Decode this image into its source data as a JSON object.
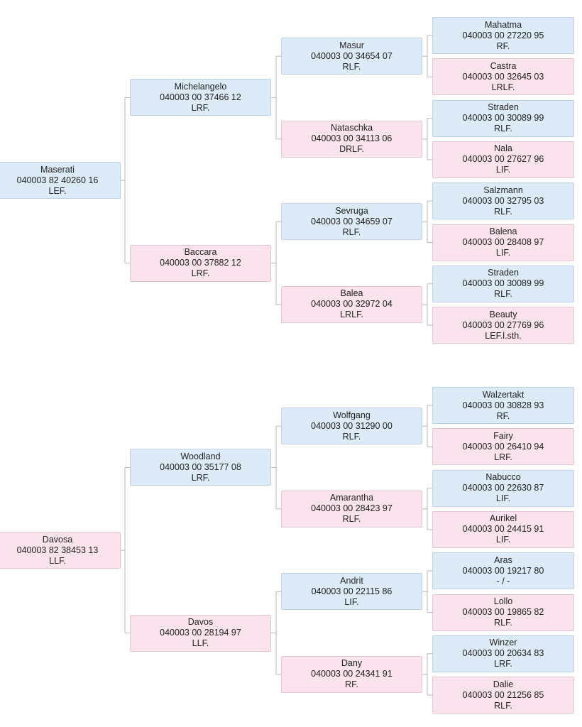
{
  "colors": {
    "male": "#dcebf7",
    "female": "#fbe3ee",
    "line": "#b8b8b8"
  },
  "pedigrees": [
    {
      "name": "Maserati",
      "number": "040003 82 40260 16",
      "code": "LEF.",
      "sex": "male",
      "sire": {
        "name": "Michelangelo",
        "number": "040003 00 37466 12",
        "code": "LRF.",
        "sex": "male",
        "sire": {
          "name": "Masur",
          "number": "040003 00 34654 07",
          "code": "RLF.",
          "sex": "male",
          "sire": {
            "name": "Mahatma",
            "number": "040003 00 27220 95",
            "code": "RF.",
            "sex": "male"
          },
          "dam": {
            "name": "Castra",
            "number": "040003 00 32645 03",
            "code": "LRLF.",
            "sex": "female"
          }
        },
        "dam": {
          "name": "Nataschka",
          "number": "040003 00 34113 06",
          "code": "DRLF.",
          "sex": "female",
          "sire": {
            "name": "Straden",
            "number": "040003 00 30089 99",
            "code": "RLF.",
            "sex": "male"
          },
          "dam": {
            "name": "Nala",
            "number": "040003 00 27627 96",
            "code": "LIF.",
            "sex": "female"
          }
        }
      },
      "dam": {
        "name": "Baccara",
        "number": "040003 00 37882 12",
        "code": "LRF.",
        "sex": "female",
        "sire": {
          "name": "Sevruga",
          "number": "040003 00 34659 07",
          "code": "RLF.",
          "sex": "male",
          "sire": {
            "name": "Salzmann",
            "number": "040003 00 32795 03",
            "code": "RLF.",
            "sex": "male"
          },
          "dam": {
            "name": "Balena",
            "number": "040003 00 28408 97",
            "code": "LIF.",
            "sex": "female"
          }
        },
        "dam": {
          "name": "Balea",
          "number": "040003 00 32972 04",
          "code": "LRLF.",
          "sex": "female",
          "sire": {
            "name": "Straden",
            "number": "040003 00 30089 99",
            "code": "RLF.",
            "sex": "male"
          },
          "dam": {
            "name": "Beauty",
            "number": "040003 00 27769 96",
            "code": "LEF.l.sth.",
            "sex": "female"
          }
        }
      }
    },
    {
      "name": "Davosa",
      "number": "040003 82 38453 13",
      "code": "LLF.",
      "sex": "female",
      "sire": {
        "name": "Woodland",
        "number": "040003 00 35177 08",
        "code": "LRF.",
        "sex": "male",
        "sire": {
          "name": "Wolfgang",
          "number": "040003 00 31290 00",
          "code": "RLF.",
          "sex": "male",
          "sire": {
            "name": "Walzertakt",
            "number": "040003 00 30828 93",
            "code": "RF.",
            "sex": "male"
          },
          "dam": {
            "name": "Fairy",
            "number": "040003 00 26410 94",
            "code": "LRF.",
            "sex": "female"
          }
        },
        "dam": {
          "name": "Amarantha",
          "number": "040003 00 28423 97",
          "code": "RLF.",
          "sex": "female",
          "sire": {
            "name": "Nabucco",
            "number": "040003 00 22630 87",
            "code": "LIF.",
            "sex": "male"
          },
          "dam": {
            "name": "Aurikel",
            "number": "040003 00 24415 91",
            "code": "LIF.",
            "sex": "female"
          }
        }
      },
      "dam": {
        "name": "Davos",
        "number": "040003 00 28194 97",
        "code": "LLF.",
        "sex": "female",
        "sire": {
          "name": "Andrit",
          "number": "040003 00 22115 86",
          "code": "LIF.",
          "sex": "male",
          "sire": {
            "name": "Aras",
            "number": "040003 00 19217 80",
            "code": "- / -",
            "sex": "male"
          },
          "dam": {
            "name": "Lollo",
            "number": "040003 00 19865 82",
            "code": "RLF.",
            "sex": "female"
          }
        },
        "dam": {
          "name": "Dany",
          "number": "040003 00 24341 91",
          "code": "RF.",
          "sex": "female",
          "sire": {
            "name": "Winzer",
            "number": "040003 00 20634 83",
            "code": "LRF.",
            "sex": "male"
          },
          "dam": {
            "name": "Dalie",
            "number": "040003 00 21256 85",
            "code": "RLF.",
            "sex": "female"
          }
        }
      }
    }
  ]
}
